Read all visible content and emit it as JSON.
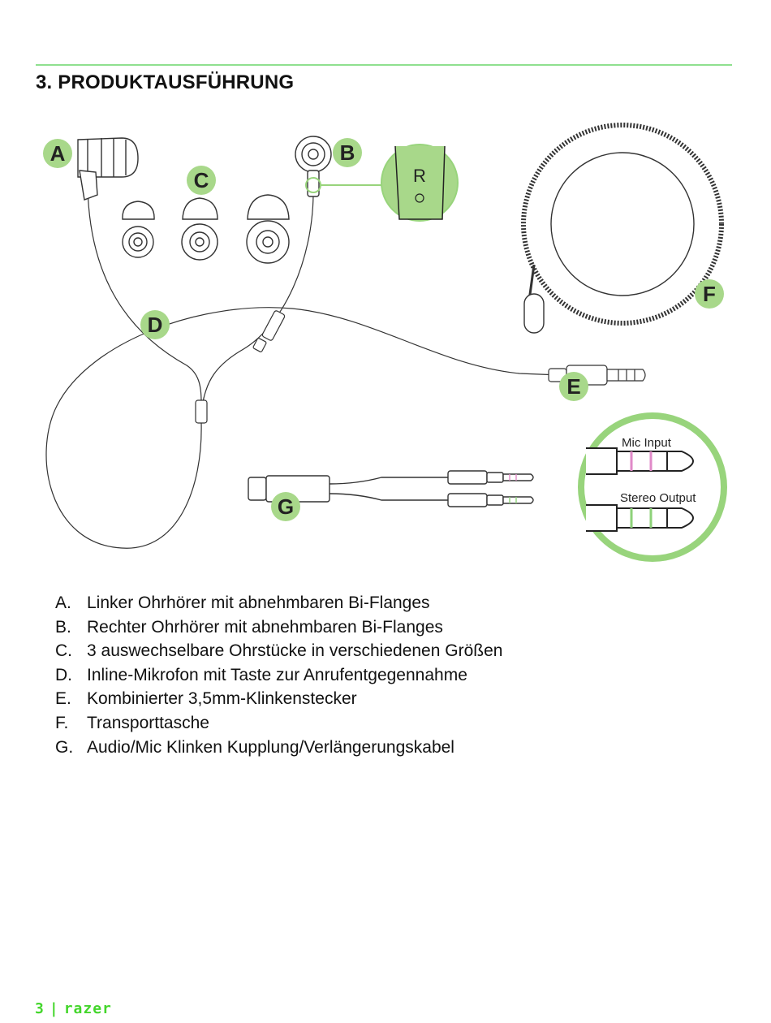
{
  "section": {
    "title": "3. PRODUKTAUSFÜHRUNG"
  },
  "diagram": {
    "callouts": [
      "A",
      "B",
      "C",
      "D",
      "E",
      "F",
      "G"
    ],
    "zoom_r_label": "R",
    "mic_input_label": "Mic Input",
    "stereo_output_label": "Stereo Output",
    "accent_color": "#a8d88a",
    "ring_color": "#98d47c"
  },
  "legend": {
    "items": [
      {
        "key": "A.",
        "text": "Linker Ohrhörer mit abnehmbaren Bi-Flanges"
      },
      {
        "key": "B.",
        "text": "Rechter Ohrhörer mit abnehmbaren Bi-Flanges"
      },
      {
        "key": "C.",
        "text": "3 auswechselbare Ohrstücke in verschiedenen Größen"
      },
      {
        "key": "D.",
        "text": "Inline-Mikrofon mit Taste zur Anrufentgegennahme"
      },
      {
        "key": "E.",
        "text": "Kombinierter 3,5mm-Klinkenstecker"
      },
      {
        "key": "F.",
        "text": "Transporttasche"
      },
      {
        "key": "G.",
        "text": "Audio/Mic Klinken Kupplung/Verlängerungskabel"
      }
    ]
  },
  "footer": {
    "page": "3",
    "separator": "|",
    "brand": "razer",
    "brand_color": "#44d62c"
  }
}
